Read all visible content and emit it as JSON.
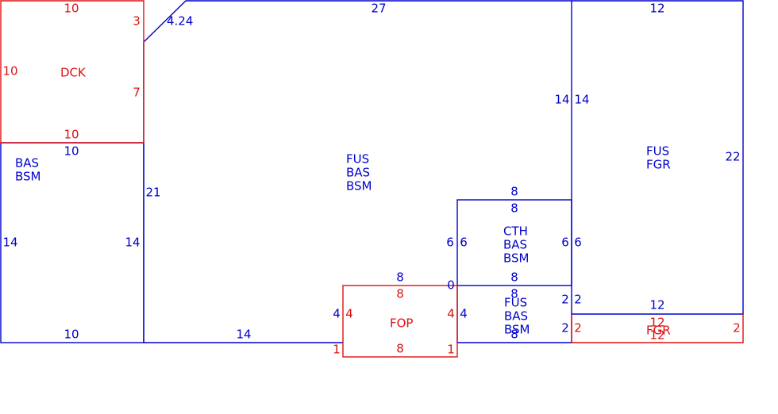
{
  "colors": {
    "structure": "#0000cc",
    "highlight": "#dd1111",
    "background": "#ffffff"
  },
  "rooms": {
    "dck": {
      "name": "DCK",
      "top": "10",
      "right": "3",
      "right_lower": "7",
      "left": "10",
      "bottom": "10"
    },
    "bas_left": {
      "lines": [
        "BAS",
        "BSM"
      ],
      "top": "10",
      "left": "14",
      "right": "14",
      "bottom": "10"
    },
    "fus_main": {
      "lines": [
        "FUS",
        "BAS",
        "BSM"
      ],
      "top": "27",
      "left": "21",
      "diagonal": "4.24",
      "bottom": "14",
      "right": "14"
    },
    "fus_fgr": {
      "lines": [
        "FUS",
        "FGR"
      ],
      "top": "12",
      "left": "14",
      "right": "22",
      "bottom": "12"
    },
    "cth": {
      "lines": [
        "CTH",
        "BAS",
        "BSM"
      ],
      "top_outer": "8",
      "top": "8",
      "left_outer": "6",
      "left": "6",
      "right": "6",
      "right_outer": "6",
      "bottom": "8",
      "corner": "0"
    },
    "fus_small": {
      "lines": [
        "FUS",
        "BAS",
        "BSM"
      ],
      "top": "8",
      "left": "4",
      "right": "2",
      "right_outer": "2",
      "bottom": "8"
    },
    "fop": {
      "name": "FOP",
      "top_outer": "8",
      "top": "8",
      "left_outer": "4",
      "left": "4",
      "right": "4",
      "bottom": "8",
      "corner_left": "1",
      "corner_right": "1"
    },
    "fgr": {
      "name": "FGR",
      "top": "12",
      "bottom": "12",
      "left": "2",
      "left_outer": "2",
      "right": "2"
    }
  }
}
